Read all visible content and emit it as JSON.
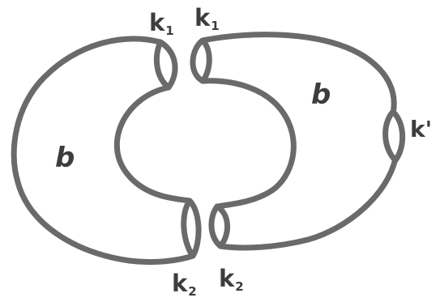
{
  "diagram": {
    "labels": {
      "k1_left": {
        "main": "k",
        "sub": "1"
      },
      "k1_right": {
        "main": "k",
        "sub": "1"
      },
      "k2_left": {
        "main": "k",
        "sub": "2"
      },
      "k2_right": {
        "main": "k",
        "sub": "2"
      },
      "k_prime": "k'",
      "b_left": "b",
      "b_right": "b"
    },
    "stroke_color": "#6a6a6a",
    "text_color": "#3d3d3d"
  }
}
